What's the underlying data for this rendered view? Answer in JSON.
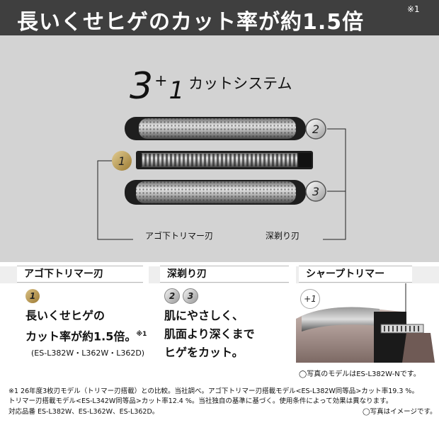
{
  "header": {
    "title": "長いくせヒゲのカット率が約1.5倍",
    "sup": "※1",
    "bg_color": "#3f3f3f"
  },
  "system": {
    "num1": "3",
    "plus": "+",
    "num2": "1",
    "label": "カットシステム",
    "blade_labels": [
      "1",
      "2",
      "3"
    ],
    "left_caption": "アゴ下トリマー刃",
    "right_caption": "深剃り刃"
  },
  "cards": [
    {
      "title": "アゴ下トリマー刃",
      "badges": [
        "1"
      ],
      "line1": "長いくせヒゲの",
      "line2": "カット率が約1.5倍。",
      "line2_sup": "※1",
      "models": "(ES-L382W・L362W・L362D)"
    },
    {
      "title": "深剃り刃",
      "badges": [
        "2",
        "3"
      ],
      "line1": "肌にやさしく、",
      "line2": "肌面より深くまで",
      "line3": "ヒゲをカット。"
    },
    {
      "title": "シャープトリマー",
      "badge": "+1",
      "photo_note": "◯写真のモデルはES-L382W-Nです。"
    }
  ],
  "footnotes": {
    "line1": "※1 26年度3枚刃モデル（トリマー刃搭載）との比較。当社調べ。アゴ下トリマー刃搭載モデル<ES-L382W同等品>カット率19.3 %。",
    "line2": "トリマー刃搭載モデル<ES-L342W同等品>カット率12.4 %。当社独自の基準に基づく。使用条件によって効果は異なります。",
    "line3": "対応品番 ES-L382W、ES-L362W、ES-L362D。",
    "image_note": "◯写真はイメージです。"
  }
}
